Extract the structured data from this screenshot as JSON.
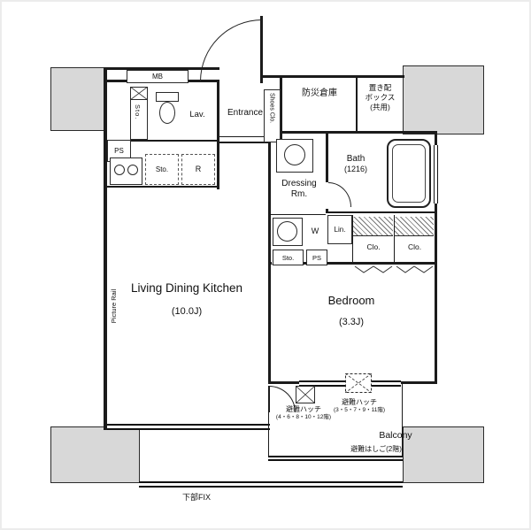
{
  "plan": {
    "rooms": {
      "ldk": {
        "name": "Living Dining Kitchen",
        "size": "(10.0J)"
      },
      "bedroom": {
        "name": "Bedroom",
        "size": "(3.3J)"
      },
      "entrance": {
        "name": "Entrance"
      },
      "lavatory": {
        "name": "Lav."
      },
      "bath": {
        "name": "Bath",
        "size": "(1216)"
      },
      "dressing": {
        "line1": "Dressing",
        "line2": "Rm."
      },
      "balcony": {
        "name": "Balcony"
      },
      "disaster_storage": {
        "name": "防災倉庫"
      },
      "delivery_box": {
        "line1": "置き配",
        "line2": "ボックス",
        "line3": "(共用)"
      },
      "shoes_closet": {
        "name": "Shoes Clo."
      }
    },
    "fixtures": {
      "mb": "MB",
      "ps": "PS",
      "sto": "Sto.",
      "refrigerator": "R",
      "washer": "W",
      "linen": "Lin.",
      "closet": "Clo.",
      "picture_rail": "Picture Rail"
    },
    "evacuation": {
      "hatch_label": "避難ハッチ",
      "hatch_a_floors": "(4・6・8・10・12階)",
      "hatch_b_floors": "(3・5・7・9・11階)",
      "ladder": "避難はしご(2階)"
    },
    "notes": {
      "bottom_fix": "下部FIX"
    }
  }
}
